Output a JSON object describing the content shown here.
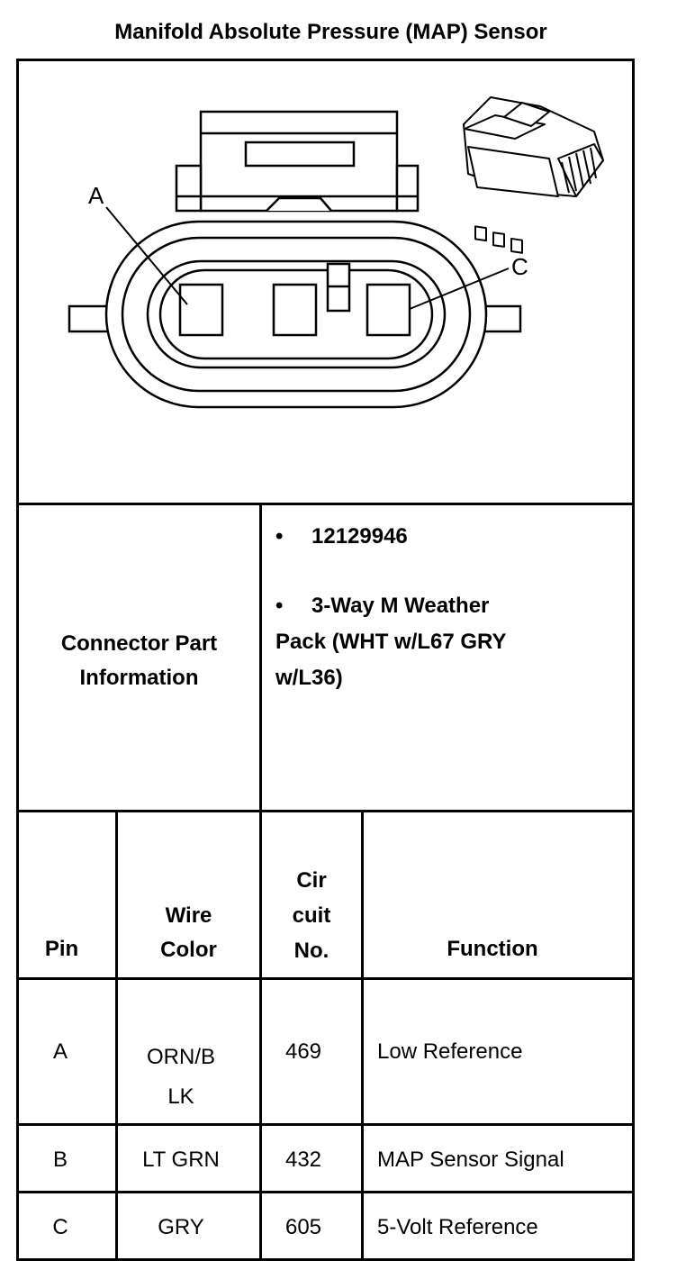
{
  "title": "Manifold Absolute Pressure (MAP) Sensor",
  "diagram": {
    "pin_labels": {
      "a": "A",
      "c": "C"
    }
  },
  "connector_info": {
    "label_line1": "Connector Part",
    "label_line2": "Information",
    "bullet_symbol": "•",
    "part_number": "12129946",
    "description_line1": "3-Way M Weather",
    "description_line2": "Pack (WHT w/L67 GRY",
    "description_line3": "w/L36)"
  },
  "table": {
    "headers": {
      "pin": "Pin",
      "wire_color_line1": "Wire",
      "wire_color_line2": "Color",
      "circuit_line1": "Cir",
      "circuit_line2": "cuit",
      "circuit_line3": "No.",
      "function": "Function"
    },
    "rows": [
      {
        "pin": "A",
        "wire_color_line1": "ORN/B",
        "wire_color_line2": "LK",
        "circuit": "469",
        "function": "Low Reference"
      },
      {
        "pin": "B",
        "wire_color_line1": "LT GRN",
        "wire_color_line2": "",
        "circuit": "432",
        "function": "MAP Sensor Signal"
      },
      {
        "pin": "C",
        "wire_color_line1": "GRY",
        "wire_color_line2": "",
        "circuit": "605",
        "function": "5-Volt Reference"
      }
    ]
  }
}
